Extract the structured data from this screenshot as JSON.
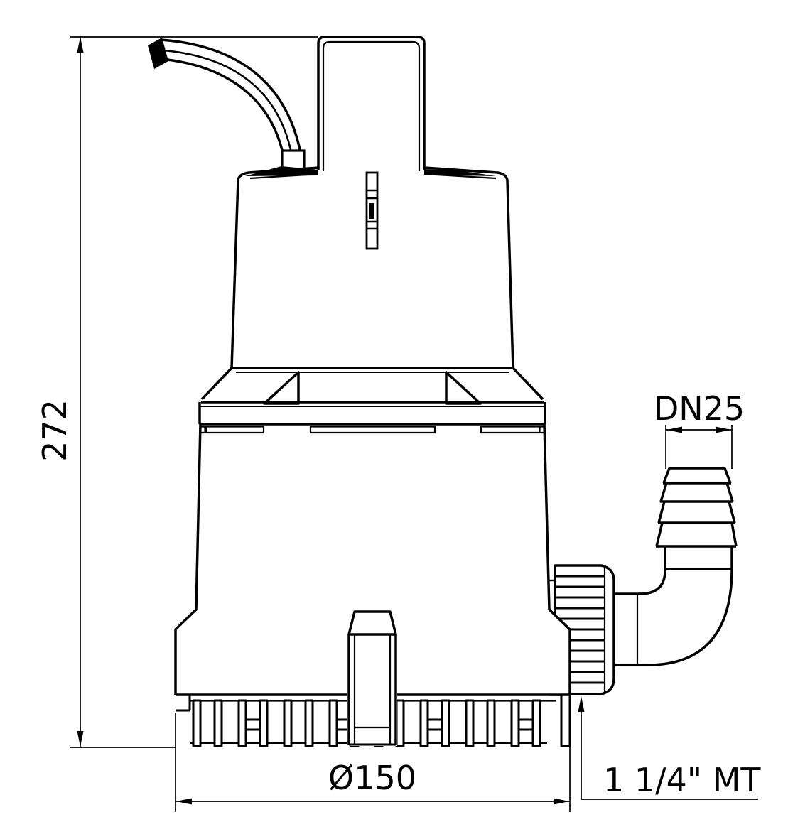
{
  "page": {
    "background": "#ffffff",
    "line_color": "#000000"
  },
  "drawing": {
    "type": "technical-dimension-drawing",
    "labels": {
      "height_dim": "272",
      "outlet_dim": "DN25",
      "diameter_dim": "Ø150",
      "thread_note": "1 1/4\" MT"
    }
  }
}
